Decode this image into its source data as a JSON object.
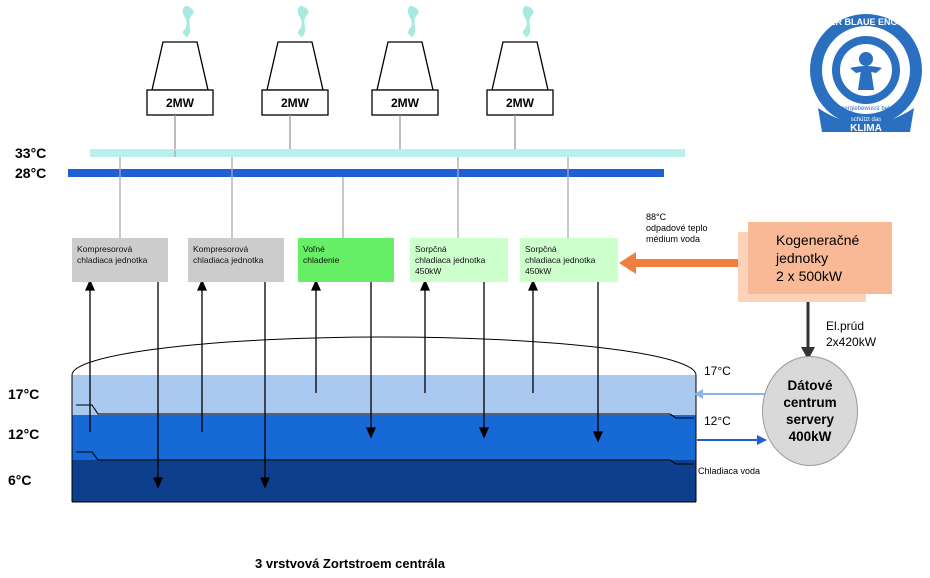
{
  "towers": [
    {
      "label": "2MW"
    },
    {
      "label": "2MW"
    },
    {
      "label": "2MW"
    },
    {
      "label": "2MW"
    }
  ],
  "pipe_temps": {
    "hot": "33°C",
    "cold": "28°C"
  },
  "units": [
    {
      "label": "Kompresorová\nchladiaca jednotka",
      "color": "#cccccc"
    },
    {
      "label": "Kompresorová\nchladiaca jednotka",
      "color": "#cccccc"
    },
    {
      "label": "Voľné\nchladenie",
      "color": "#66ee66"
    },
    {
      "label": "Sorpčná\nchladiaca jednotka\n450kW",
      "color": "#ccffcc"
    },
    {
      "label": "Sorpčná\nchladiaca jednotka\n450kW",
      "color": "#ccffcc"
    }
  ],
  "waste_heat": "88°C\nodpadové teplo\nmédium voda",
  "kogeneracne": "Kogeneračné\njednotky\n2 x 500kW",
  "el_prud": "El.prúd\n2x420kW",
  "datacenter": "Dátové\ncentrum\nservery\n400kW",
  "tank_temps": {
    "top": "17°C",
    "mid": "12°C",
    "bottom": "6°C"
  },
  "right_temps": {
    "in": "17°C",
    "out": "12°C"
  },
  "chladiaca_voda": "Chladiaca voda",
  "caption": "3 vrstvová Zortstroem centrála",
  "logo": {
    "top_text": "DER BLAUE ENGEL",
    "ring_text": "weil energiebewusst betrieben",
    "bottom_small": "schützt das",
    "bottom_big": "KLIMA"
  },
  "colors": {
    "tank_top": "#a9c9f0",
    "tank_mid": "#1769d6",
    "tank_bottom": "#0d3f8c",
    "pipe_hot": "#b8f0f0",
    "pipe_cold": "#1f5fd4",
    "arrow_orange": "#f07f3f"
  }
}
